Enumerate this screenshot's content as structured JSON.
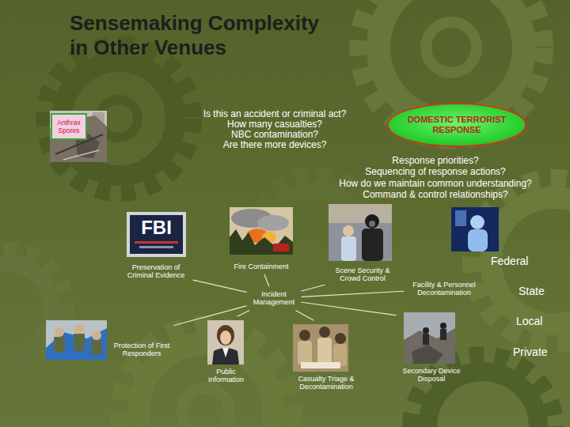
{
  "diagram": {
    "title": "Sensemaking Complexity in Other Venues",
    "nodes": [
      {
        "text": [
          "Anthrax Spores"
        ]
      },
      {
        "text": [
          "DOMESTIC TERRORIST RESPONSE"
        ]
      },
      {
        "text": [
          "Preservation of Criminal Evidence"
        ]
      },
      {
        "text": [
          "Fire Containment"
        ]
      },
      {
        "text": [
          "Scene Security & Crowd Control"
        ]
      },
      {
        "text": [
          "Facility & Personnel Decontamination"
        ]
      },
      {
        "text": [
          "Incident Management"
        ]
      },
      {
        "text": [
          "Protection of First Responders"
        ]
      },
      {
        "text": [
          "Public Information"
        ]
      },
      {
        "text": [
          "Casualty Triage & Decontamination"
        ]
      },
      {
        "text": [
          "Secondary Device Disposal"
        ]
      }
    ],
    "edges": [
      {
        "from": 6,
        "to": 2,
        "arrow": "none"
      },
      {
        "from": 6,
        "to": 3,
        "arrow": "none"
      },
      {
        "from": 6,
        "to": 4,
        "arrow": "none"
      },
      {
        "from": 6,
        "to": 5,
        "arrow": "none"
      },
      {
        "from": 6,
        "to": 7,
        "arrow": "none"
      },
      {
        "from": 6,
        "to": 8,
        "arrow": "none"
      },
      {
        "from": 6,
        "to": 9,
        "arrow": "none"
      },
      {
        "from": 6,
        "to": 10,
        "arrow": "none"
      }
    ],
    "labels": [
      "Is this an accident or criminal act?",
      "How many casualties?",
      "NBC contamination?",
      "Are there more devices?",
      "Response priorities?",
      "Sequencing of response actions?",
      "How do we maintain common understanding?",
      "Command & control relationships?",
      "FBI",
      "Federal",
      "State",
      "Local",
      "Private"
    ]
  }
}
